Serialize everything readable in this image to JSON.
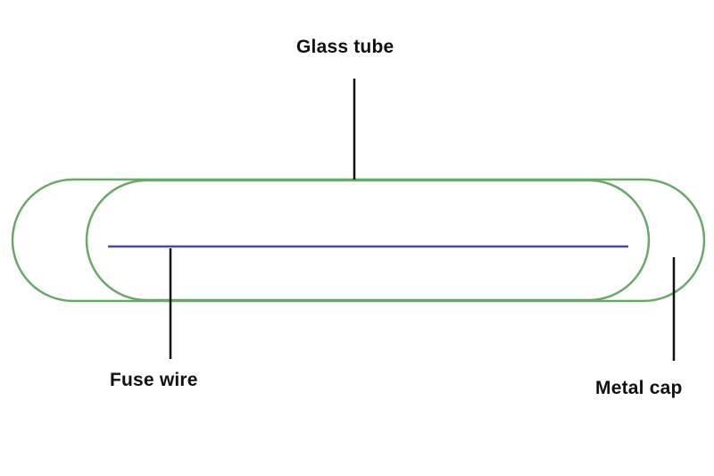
{
  "labels": {
    "glass_tube": "Glass tube",
    "fuse_wire": "Fuse wire",
    "metal_cap": "Metal cap"
  },
  "colors": {
    "outline": "#6aa86a",
    "wire": "#4a4a9e",
    "leader": "#111111",
    "text": "#111111"
  }
}
